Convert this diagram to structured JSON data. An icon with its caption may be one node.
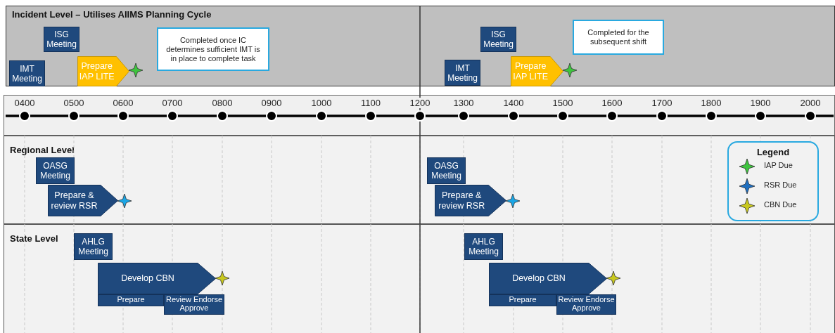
{
  "diagram": {
    "nodes": [
      {
        "text": [
          "Incident Level – Utilises AIIMS Planning Cycle"
        ]
      },
      {
        "text": [
          "ISG Meeting"
        ],
        "in": 0
      },
      {
        "text": [
          "IMT Meeting"
        ],
        "in": 0
      },
      {
        "text": [
          "Prepare IAP LITE"
        ],
        "in": 0
      },
      {
        "text": [
          "Completed once IC determines sufficient IMT is in place to complete task"
        ],
        "in": 0
      },
      {
        "text": [
          "ISG Meeting"
        ],
        "in": 0
      },
      {
        "text": [
          "Completed for the subsequent shift"
        ],
        "in": 0
      },
      {
        "text": [
          "IMT Meeting"
        ],
        "in": 0
      },
      {
        "text": [
          "Prepare IAP LITE"
        ],
        "in": 0
      },
      {
        "text": [
          "Regional Level"
        ]
      },
      {
        "text": [
          "OASG Meeting"
        ],
        "in": 9
      },
      {
        "text": [
          "Prepare & review RSR"
        ],
        "in": 9
      },
      {
        "text": [
          "OASG Meeting"
        ],
        "in": 9
      },
      {
        "text": [
          "Prepare & review RSR"
        ],
        "in": 9
      },
      {
        "text": [
          "State Level"
        ]
      },
      {
        "text": [
          "AHLG Meeting"
        ],
        "in": 14
      },
      {
        "text": [
          "Develop CBN"
        ],
        "in": 14
      },
      {
        "text": [
          "Prepare"
        ],
        "in": 14
      },
      {
        "text": [
          "Review Endorse Approve"
        ],
        "in": 14
      },
      {
        "text": [
          "AHLG Meeting"
        ],
        "in": 14
      },
      {
        "text": [
          "Develop CBN"
        ],
        "in": 14
      },
      {
        "text": [
          "Prepare"
        ],
        "in": 14
      },
      {
        "text": [
          "Review Endorse Approve"
        ],
        "in": 14
      }
    ],
    "labels": [
      "0400",
      "0500",
      "0600",
      "0700",
      "0800",
      "0900",
      "1000",
      "1100",
      "1200",
      "1300",
      "1400",
      "1500",
      "1600",
      "1700",
      "1800",
      "1900",
      "2000",
      "Legend"
    ],
    "legend": [
      {
        "text": "IAP Due"
      },
      {
        "text": "RSR Due"
      },
      {
        "text": "CBN Due"
      }
    ]
  }
}
